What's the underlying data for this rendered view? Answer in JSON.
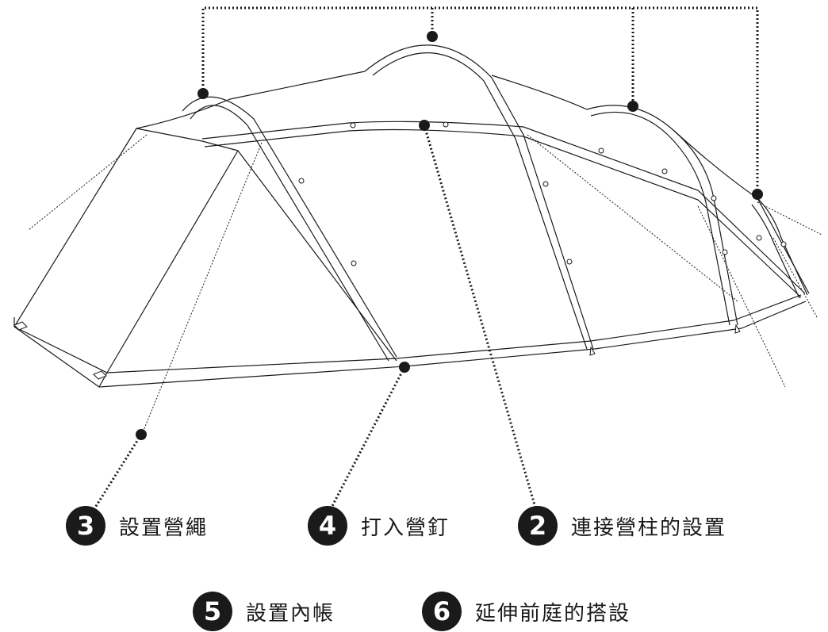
{
  "steps": [
    {
      "number": "3",
      "label": "設置營繩"
    },
    {
      "number": "4",
      "label": "打入營釘"
    },
    {
      "number": "2",
      "label": "連接營柱的設置"
    },
    {
      "number": "5",
      "label": "設置內帳"
    },
    {
      "number": "6",
      "label": "延伸前庭的搭設"
    }
  ],
  "colors": {
    "ink": "#1a1a1a",
    "background": "#ffffff"
  }
}
